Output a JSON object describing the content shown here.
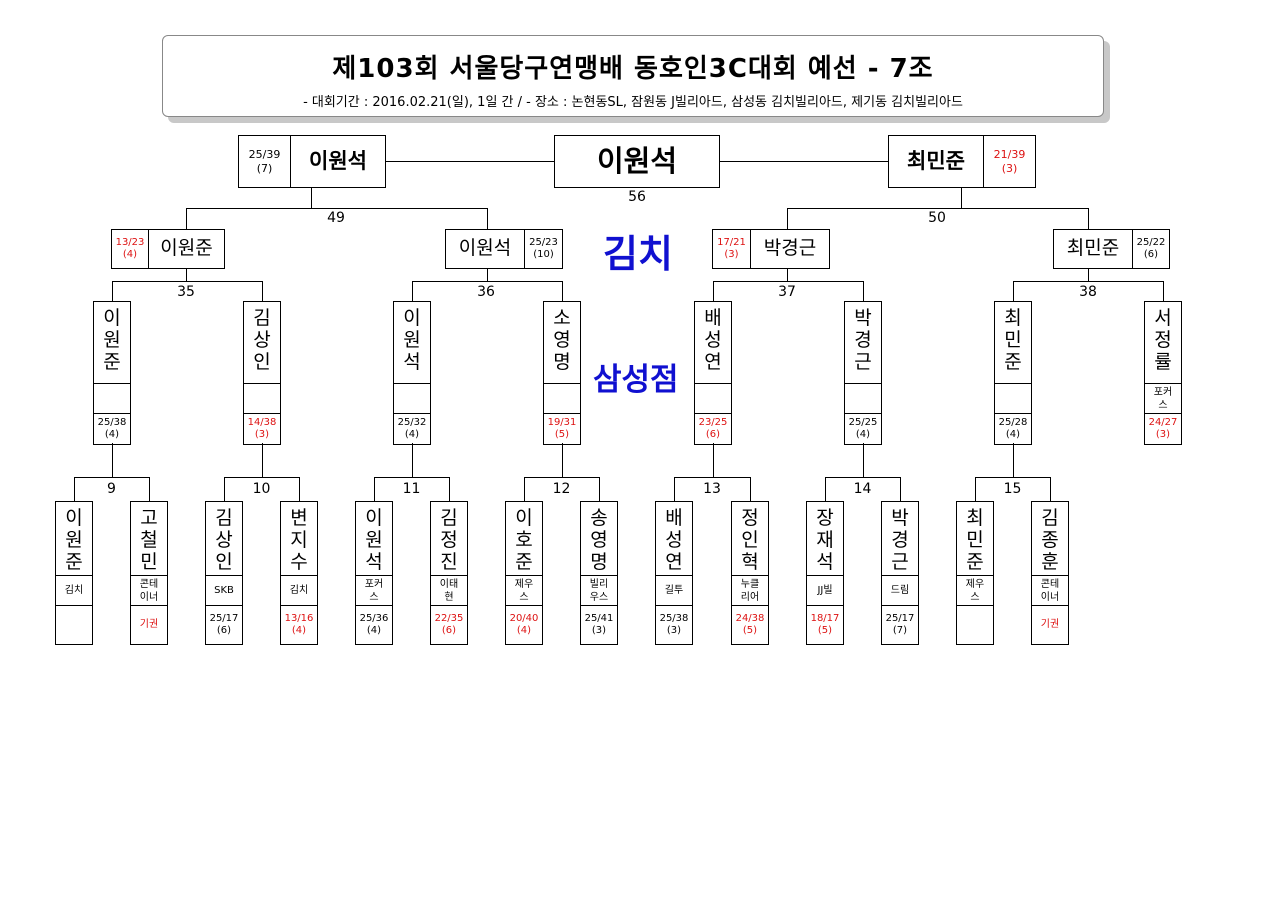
{
  "header": {
    "title": "제103회 서울당구연맹배 동호인3C대회 예선 - 7조",
    "subtitle": "- 대회기간 : 2016.02.21(일), 1일 간 / - 장소 : 논현동SL, 잠원동 J빌리아드, 삼성동 김치빌리아드, 제기동 김치빌리아드"
  },
  "venues": {
    "upper": "김치",
    "lower": "삼성점"
  },
  "final": {
    "winner": "이원석",
    "match_no": "56",
    "left": {
      "score": "25/39\n(7)",
      "name": "이원석"
    },
    "right": {
      "name": "최민준",
      "score": "21/39\n(3)"
    }
  },
  "semis": {
    "left": {
      "match_no": "49",
      "a": {
        "score": "13/23\n(4)",
        "name": "이원준"
      },
      "b": {
        "name": "이원석",
        "score": "25/23\n(10)"
      }
    },
    "right": {
      "match_no": "50",
      "a": {
        "score": "17/21\n(3)",
        "name": "박경근"
      },
      "b": {
        "name": "최민준",
        "score": "25/22\n(6)"
      }
    }
  },
  "round2": [
    {
      "match_no": "35",
      "a": {
        "name": "이\n원\n준",
        "club": "",
        "score": "25/38\n(4)"
      },
      "b": {
        "name": "김\n상\n인",
        "club": "",
        "score": "14/38\n(3)"
      }
    },
    {
      "match_no": "36",
      "a": {
        "name": "이\n원\n석",
        "club": "",
        "score": "25/32\n(4)"
      },
      "b": {
        "name": "소\n영\n명",
        "club": "",
        "score": "19/31\n(5)"
      }
    },
    {
      "match_no": "37",
      "a": {
        "name": "배\n성\n연",
        "club": "",
        "score": "23/25\n(6)"
      },
      "b": {
        "name": "박\n경\n근",
        "club": "",
        "score": "25/25\n(4)"
      }
    },
    {
      "match_no": "38",
      "a": {
        "name": "최\n민\n준",
        "club": "",
        "score": "25/28\n(4)"
      },
      "b": {
        "name": "서\n정\n률",
        "club": "포커\n스",
        "score": "24/27\n(3)"
      }
    }
  ],
  "round1": [
    {
      "match_no": "9",
      "a": {
        "name": "이\n원\n준",
        "club": "김치",
        "score": ""
      },
      "b": {
        "name": "고\n철\n민",
        "club": "콘테\n이너",
        "score": "기권"
      }
    },
    {
      "match_no": "10",
      "a": {
        "name": "김\n상\n인",
        "club": "SKB",
        "score": "25/17\n(6)"
      },
      "b": {
        "name": "변\n지\n수",
        "club": "김치",
        "score": "13/16\n(4)"
      }
    },
    {
      "match_no": "11",
      "a": {
        "name": "이\n원\n석",
        "club": "포커\n스",
        "score": "25/36\n(4)"
      },
      "b": {
        "name": "김\n정\n진",
        "club": "이태\n현",
        "score": "22/35\n(6)"
      }
    },
    {
      "match_no": "12",
      "a": {
        "name": "이\n호\n준",
        "club": "제우\n스",
        "score": "20/40\n(4)"
      },
      "b": {
        "name": "송\n영\n명",
        "club": "빌리\n우스",
        "score": "25/41\n(3)"
      }
    },
    {
      "match_no": "13",
      "a": {
        "name": "배\n성\n연",
        "club": "길투",
        "score": "25/38\n(3)"
      },
      "b": {
        "name": "정\n인\n혁",
        "club": "누클\n리어",
        "score": "24/38\n(5)"
      }
    },
    {
      "match_no": "14",
      "a": {
        "name": "장\n재\n석",
        "club": "JJ빌",
        "score": "18/17\n(5)"
      },
      "b": {
        "name": "박\n경\n근",
        "club": "드림",
        "score": "25/17\n(7)"
      }
    },
    {
      "match_no": "15",
      "a": {
        "name": "최\n민\n준",
        "club": "제우\n스",
        "score": ""
      },
      "b": {
        "name": "김\n종\n훈",
        "club": "콘테\n이너",
        "score": "기권"
      }
    }
  ],
  "colors": {
    "loser_score": "#dd1111",
    "venue_text": "#1010d0"
  }
}
